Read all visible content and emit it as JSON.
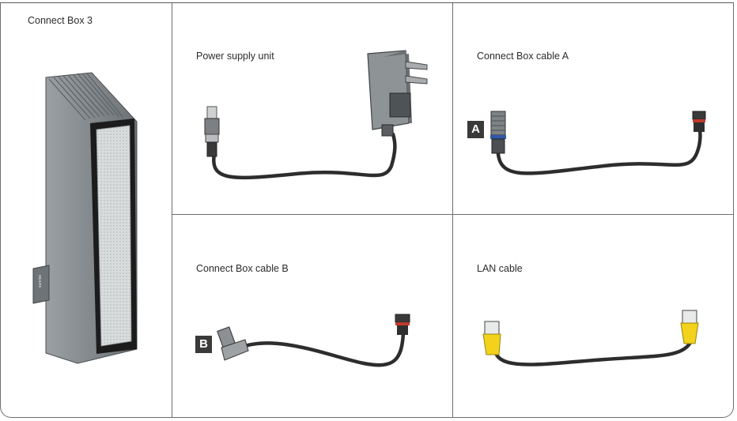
{
  "cells": {
    "connect_box": {
      "label": "Connect Box 3",
      "icon": "router-icon"
    },
    "power_supply": {
      "label": "Power supply unit",
      "icon": "power-adapter-icon"
    },
    "cable_a": {
      "label": "Connect Box cable A",
      "badge": "A",
      "icon": "coax-cable-icon"
    },
    "cable_b": {
      "label": "Connect Box cable B",
      "badge": "B",
      "icon": "coax-angled-cable-icon"
    },
    "lan": {
      "label": "LAN cable",
      "icon": "ethernet-cable-icon"
    }
  },
  "colors": {
    "lan_plug": "#f2d21b",
    "cable": "#2d2d2d",
    "box_body": "#8a8f92",
    "ring_blue": "#2f58a8",
    "ring_red": "#c0392b"
  }
}
